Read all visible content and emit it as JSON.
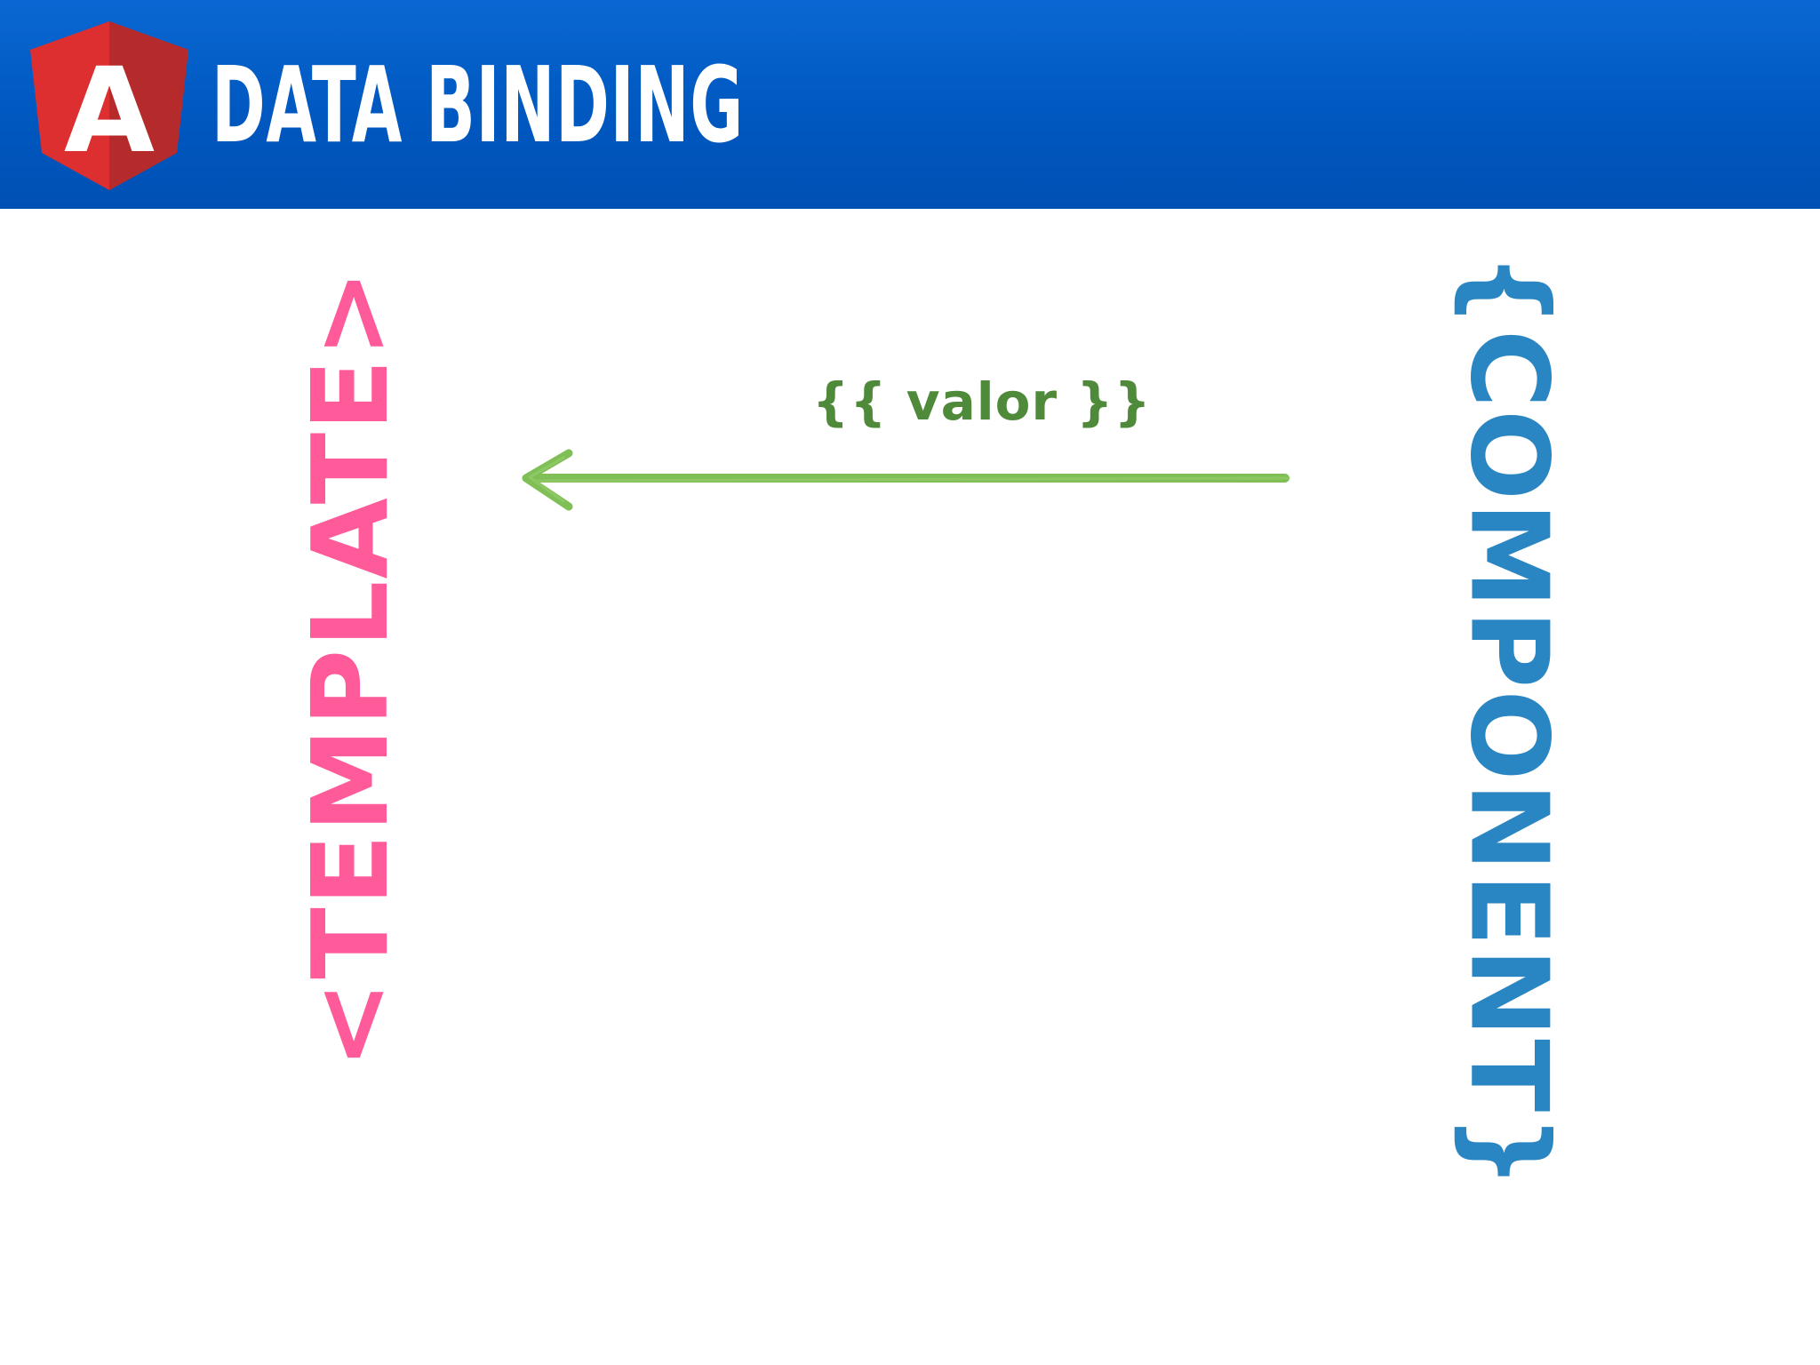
{
  "slide": {
    "title": "DATA BINDING",
    "logo_icon": "angular-logo-icon",
    "logo_letter": "A"
  },
  "diagram": {
    "left_node": "<TEMPLATE>",
    "right_node": "{COMPONENT}",
    "binding_label": "{{ valor }}",
    "arrow_direction": "component-to-template"
  },
  "colors": {
    "header": "#0058c0",
    "template": "#ff5a9a",
    "component": "#2a86c2",
    "binding": "#4e8a3a",
    "arrow": "#7fbf55",
    "logo_red": "#dd2f2f",
    "logo_dark_red": "#b52b2b"
  }
}
